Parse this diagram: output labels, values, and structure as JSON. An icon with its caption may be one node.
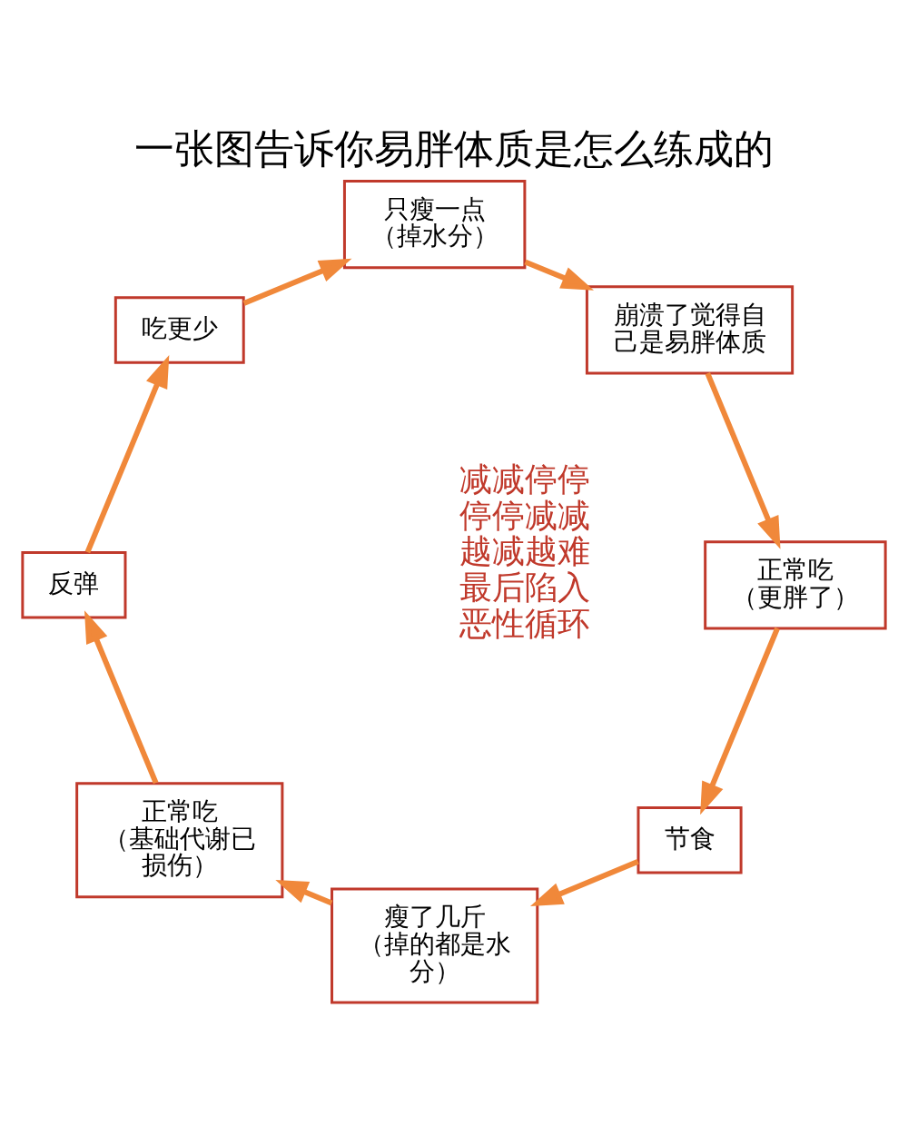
{
  "diagram": {
    "title": "一张图告诉你易胖体质是怎么练成的",
    "nodes": [
      {
        "text": [
          "节食"
        ]
      },
      {
        "text": [
          "瘦了几斤",
          "（掉的都是水分）"
        ]
      },
      {
        "text": [
          "正常吃",
          "（基础代谢已损伤）"
        ]
      },
      {
        "text": [
          "反弹"
        ]
      },
      {
        "text": [
          "吃更少"
        ]
      },
      {
        "text": [
          "只瘦一点",
          "（掉水分）"
        ]
      },
      {
        "text": [
          "崩溃了觉得自己是易胖体质"
        ]
      },
      {
        "text": [
          "正常吃",
          "（更胖了）"
        ]
      }
    ],
    "edges": [
      {
        "from": 0,
        "to": 1,
        "arrow": "to"
      },
      {
        "from": 1,
        "to": 2,
        "arrow": "to"
      },
      {
        "from": 2,
        "to": 3,
        "arrow": "to"
      },
      {
        "from": 3,
        "to": 4,
        "arrow": "to"
      },
      {
        "from": 4,
        "to": 5,
        "arrow": "to"
      },
      {
        "from": 5,
        "to": 6,
        "arrow": "to"
      },
      {
        "from": 6,
        "to": 7,
        "arrow": "to"
      },
      {
        "from": 7,
        "to": 0,
        "arrow": "to"
      }
    ],
    "labels": [
      "减减停停停停减减越减越难最后陷入恶性循环"
    ]
  }
}
